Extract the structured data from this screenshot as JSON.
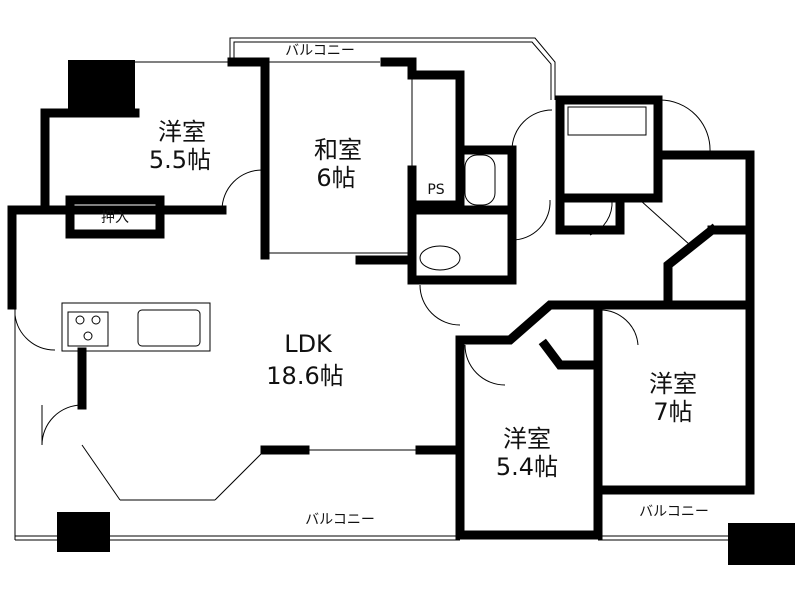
{
  "floorplan": {
    "rooms": [
      {
        "name": "洋室",
        "size": "5.5帖"
      },
      {
        "name": "和室",
        "size": "6帖"
      },
      {
        "name": "LDK",
        "size": "18.6帖"
      },
      {
        "name": "洋室",
        "size": "5.4帖"
      },
      {
        "name": "洋室",
        "size": "7帖"
      }
    ],
    "labels": {
      "closet": "押入",
      "ps": "PS",
      "balcony_top": "バルコニー",
      "balcony_bottom": "バルコニー",
      "balcony_right": "バルコニー"
    },
    "colors": {
      "wall": "#000000",
      "background": "#ffffff"
    }
  }
}
